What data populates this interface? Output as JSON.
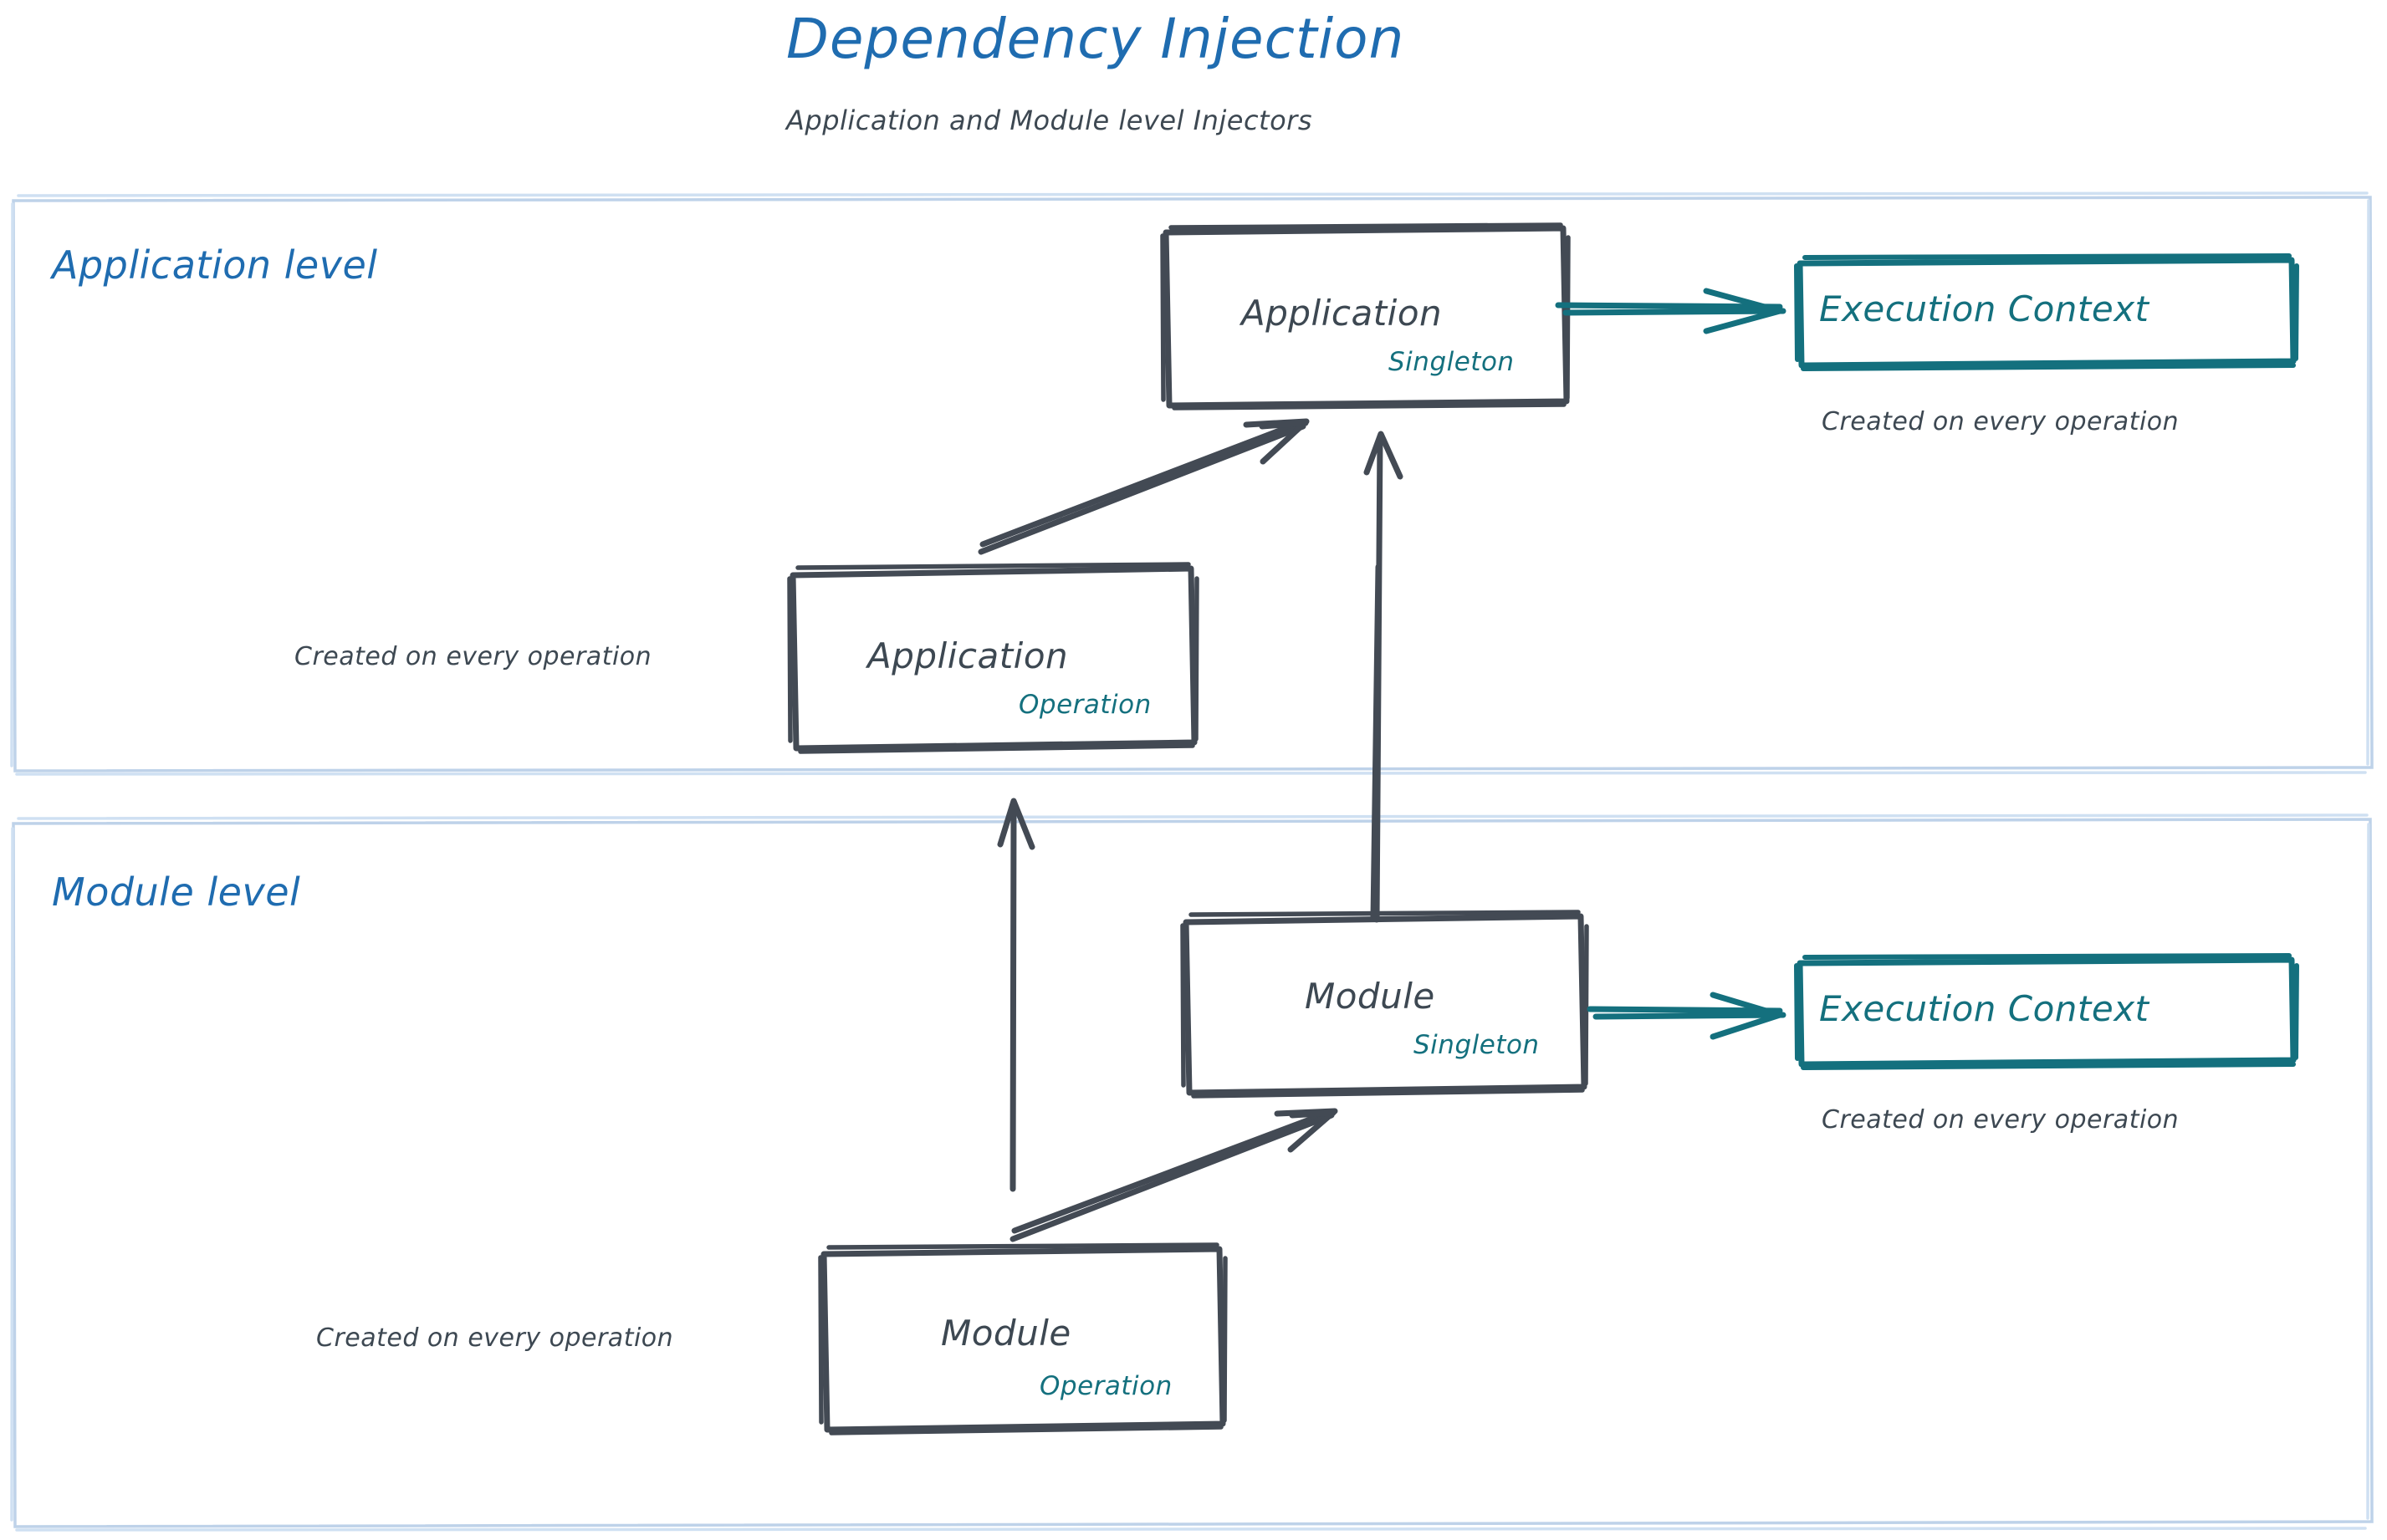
{
  "header": {
    "title": "Dependency Injection",
    "subtitle": "Application and Module level Injectors",
    "title_color": "#1f6cb0",
    "subtitle_color": "#3d4852"
  },
  "colors": {
    "container_border": "#b8cfe8",
    "node_stroke": "#434a54",
    "node_text": "#3d4852",
    "accent_teal": "#14707e",
    "accent_blue": "#1f6cb0",
    "background": "#ffffff"
  },
  "containers": [
    {
      "id": "application-level",
      "label": "Application level"
    },
    {
      "id": "module-level",
      "label": "Module level"
    }
  ],
  "nodes": [
    {
      "id": "application-singleton",
      "title": "Application",
      "scope": "Singleton",
      "level": "Application level",
      "style": "sketch-dark"
    },
    {
      "id": "application-operation",
      "title": "Application",
      "scope": "Operation",
      "level": "Application level",
      "style": "sketch-dark"
    },
    {
      "id": "execution-context-application",
      "title": "Execution Context",
      "scope": "",
      "level": "Application level",
      "style": "sketch-teal"
    },
    {
      "id": "module-singleton",
      "title": "Module",
      "scope": "Singleton",
      "level": "Module level",
      "style": "sketch-dark"
    },
    {
      "id": "module-operation",
      "title": "Module",
      "scope": "Operation",
      "level": "Module level",
      "style": "sketch-dark"
    },
    {
      "id": "execution-context-module",
      "title": "Execution Context",
      "scope": "",
      "level": "Module level",
      "style": "sketch-teal"
    }
  ],
  "notes": [
    {
      "id": "note-exec-ctx-application",
      "text": "Created on every operation"
    },
    {
      "id": "note-application-operation",
      "text": "Created on every operation"
    },
    {
      "id": "note-exec-ctx-module",
      "text": "Created on every operation"
    },
    {
      "id": "note-module-operation",
      "text": "Created on every operation"
    }
  ],
  "edges": [
    {
      "id": "edge-application-operation-to-application-singleton",
      "from": "application-operation",
      "to": "application-singleton",
      "color": "#434a54",
      "shape": "diagonal"
    },
    {
      "id": "edge-application-singleton-to-execution-context",
      "from": "application-singleton",
      "to": "execution-context-application",
      "color": "#14707e",
      "shape": "horizontal"
    },
    {
      "id": "edge-module-singleton-to-application-singleton",
      "from": "module-singleton",
      "to": "application-singleton",
      "color": "#434a54",
      "shape": "vertical"
    },
    {
      "id": "edge-module-operation-to-application-operation",
      "from": "module-operation",
      "to": "application-operation",
      "color": "#434a54",
      "shape": "vertical"
    },
    {
      "id": "edge-module-operation-to-module-singleton",
      "from": "module-operation",
      "to": "module-singleton",
      "color": "#434a54",
      "shape": "diagonal"
    },
    {
      "id": "edge-module-singleton-to-execution-context",
      "from": "module-singleton",
      "to": "execution-context-module",
      "color": "#14707e",
      "shape": "horizontal"
    }
  ]
}
